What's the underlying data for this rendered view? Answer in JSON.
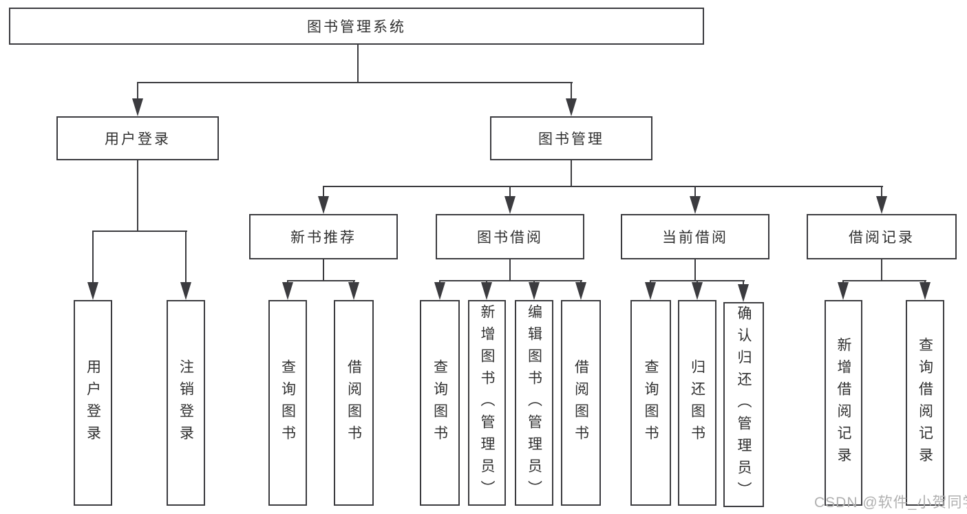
{
  "meta": {
    "diagram_type": "tree",
    "colors": {
      "line": "#3b3b3f",
      "text": "#303030",
      "background": "#ffffff",
      "watermark": "#b0b0b0"
    }
  },
  "tree": {
    "label": "图书管理系统",
    "children": [
      {
        "label": "用户登录",
        "children": [
          {
            "label": "用户登录"
          },
          {
            "label": "注销登录"
          }
        ]
      },
      {
        "label": "图书管理",
        "children": [
          {
            "label": "新书推荐",
            "children": [
              {
                "label": "查询图书"
              },
              {
                "label": "借阅图书"
              }
            ]
          },
          {
            "label": "图书借阅",
            "children": [
              {
                "label": "查询图书"
              },
              {
                "label": "新增图书（管理员）"
              },
              {
                "label": "编辑图书（管理员）"
              },
              {
                "label": "借阅图书"
              }
            ]
          },
          {
            "label": "当前借阅",
            "children": [
              {
                "label": "查询图书"
              },
              {
                "label": "归还图书"
              },
              {
                "label": "确认归还（管理员）"
              }
            ]
          },
          {
            "label": "借阅记录",
            "children": [
              {
                "label": "新增借阅记录"
              },
              {
                "label": "查询借阅记录"
              }
            ]
          }
        ]
      }
    ]
  },
  "watermark": {
    "text": "CSDN @软件_小贺同学"
  }
}
